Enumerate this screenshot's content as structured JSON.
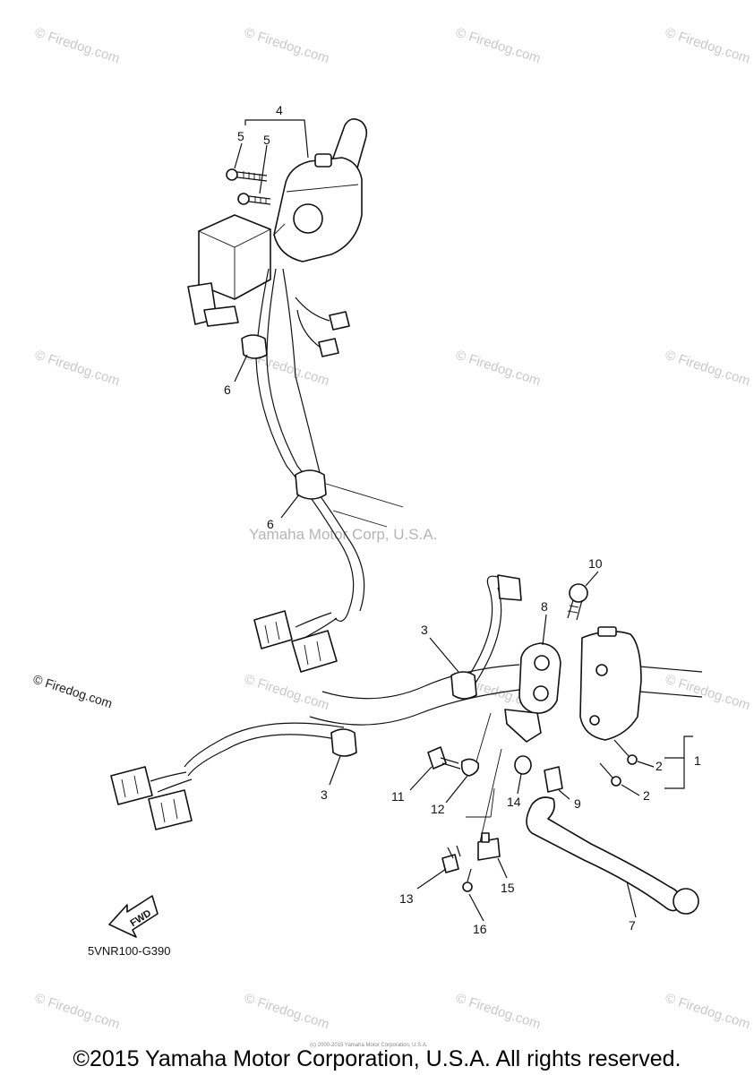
{
  "watermark": {
    "text": "© Firedog.com"
  },
  "corp_watermark": "Yamaha Motor Corp, U.S.A.",
  "diagram_code": "5VNR100-G390",
  "fwd_label": "FWD",
  "small_copyright": "(c) 2000-2015 Yamaha Motor Corporation, U.S.A.",
  "footer": "©2015 Yamaha Motor Corporation, U.S.A. All rights reserved.",
  "callouts": {
    "c1": "1",
    "c2a": "2",
    "c2b": "2",
    "c3a": "3",
    "c3b": "3",
    "c4": "4",
    "c5a": "5",
    "c5b": "5",
    "c6a": "6",
    "c6b": "6",
    "c7": "7",
    "c8": "8",
    "c9": "9",
    "c10": "10",
    "c11": "11",
    "c12": "12",
    "c13": "13",
    "c14": "14",
    "c15": "15",
    "c16": "16"
  }
}
